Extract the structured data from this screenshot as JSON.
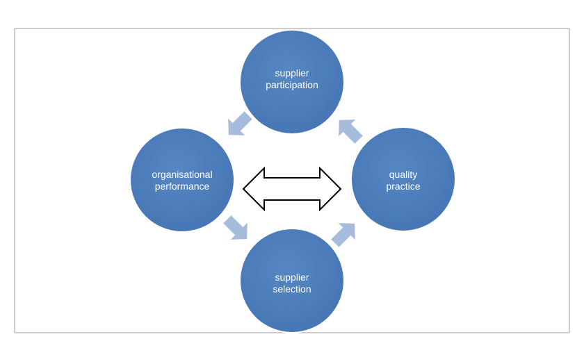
{
  "diagram": {
    "type": "cycle",
    "nodes": [
      {
        "id": "supplier-participation",
        "lines": [
          "supplier",
          "participation"
        ]
      },
      {
        "id": "quality-practice",
        "lines": [
          "quality",
          "practice"
        ]
      },
      {
        "id": "supplier-selection",
        "lines": [
          "supplier",
          "selection"
        ]
      },
      {
        "id": "organisational-performance",
        "lines": [
          "organisational",
          "performance"
        ]
      }
    ],
    "connections": [
      {
        "from": "quality-practice",
        "to": "supplier-participation",
        "style": "block-arrow"
      },
      {
        "from": "supplier-participation",
        "to": "organisational-performance",
        "style": "block-arrow"
      },
      {
        "from": "organisational-performance",
        "to": "supplier-selection",
        "style": "block-arrow"
      },
      {
        "from": "supplier-selection",
        "to": "quality-practice",
        "style": "block-arrow"
      },
      {
        "from": "organisational-performance",
        "to": "quality-practice",
        "style": "double-headed-arrow"
      }
    ],
    "colors": {
      "node_fill": "#4a7ebb",
      "node_stroke": "#ffffff",
      "arrow_fill": "#a7bcdc",
      "double_arrow_fill": "#ffffff",
      "double_arrow_stroke": "#000000",
      "frame": "#9a9a9a"
    }
  }
}
